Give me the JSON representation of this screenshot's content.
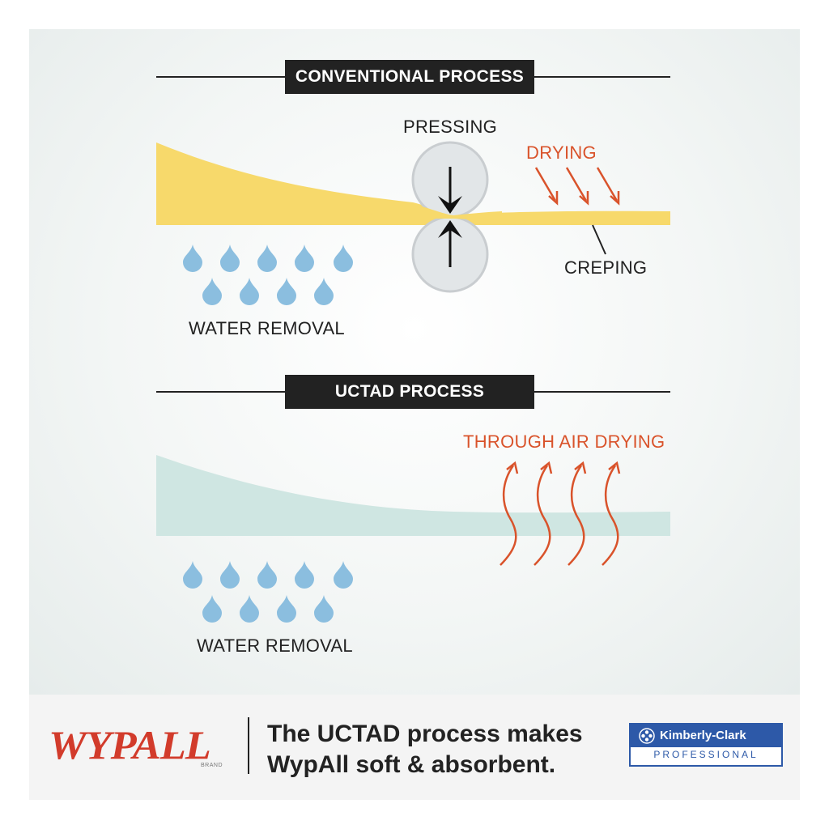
{
  "conventional": {
    "title": "CONVENTIONAL PROCESS",
    "pressing_label": "PRESSING",
    "drying_label": "DRYING",
    "creping_label": "CREPING",
    "water_label": "WATER REMOVAL"
  },
  "uctad": {
    "title": "UCTAD PROCESS",
    "through_air_label": "THROUGH AIR DRYING",
    "water_label": "WATER REMOVAL"
  },
  "footer": {
    "brand": "WYPALL",
    "brand_sub": "BRAND",
    "tagline_line1": "The UCTAD process makes",
    "tagline_line2": "WypAll soft & absorbent.",
    "partner_name": "Kimberly-Clark",
    "partner_sub": "PROFESSIONAL"
  },
  "colors": {
    "conventional_fiber": "#f7d96b",
    "uctad_fiber": "#cfe6e2",
    "water_drop": "#8bbedf",
    "accent": "#d9532b",
    "pill": "#222222",
    "brand_red": "#d23b2b",
    "partner_blue": "#2d59a8"
  },
  "icons": [
    "water-drop-icon",
    "down-arrow-icon",
    "up-arrow-icon",
    "drying-arrow-icon",
    "heat-wave-arrow-icon",
    "kimberly-clark-flower-icon"
  ]
}
